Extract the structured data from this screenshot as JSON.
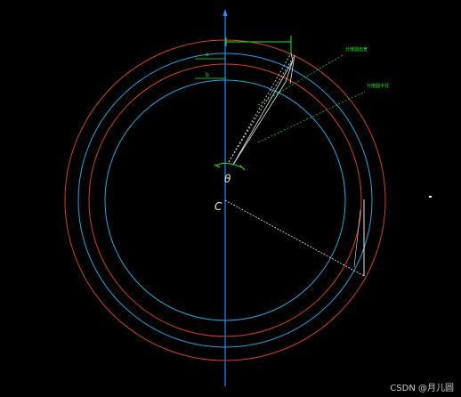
{
  "drawing": {
    "background": "#000000",
    "colors": {
      "axis": "#1e90ff",
      "circle_red": "#d2401e",
      "circle_blue": "#1fa8e0",
      "radius_lines": "#e6e6e6",
      "dimension": "#28e628",
      "leader": "#28c828",
      "label": "#28e628",
      "center_text": "#e6e6e6",
      "marker": "#ffffff"
    },
    "center_label": "C",
    "angle_label": "θ",
    "leader_labels": [
      "分度圆齿宽",
      "分度圆半径"
    ],
    "dimension_marks": [
      "a",
      "b"
    ],
    "arrow_symbol": "up-arrow-icon"
  },
  "watermark": {
    "text": "CSDN @月儿圆"
  }
}
